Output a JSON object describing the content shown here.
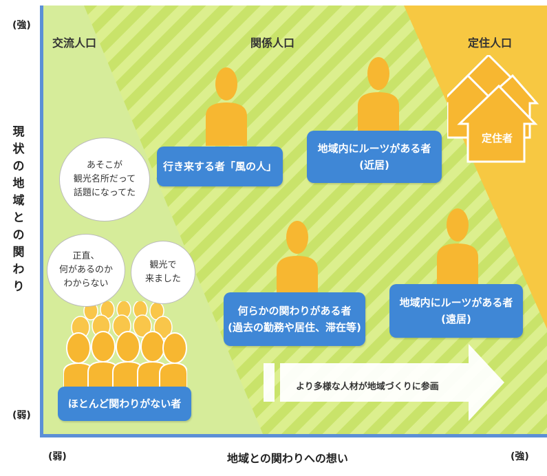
{
  "axes": {
    "y_label": "現状の地域との関わり",
    "y_top": "(強)",
    "y_bottom": "(弱)",
    "x_label": "地域との関わりへの想い",
    "x_left": "(弱)",
    "x_right": "(強)"
  },
  "zones": {
    "left": "交流人口",
    "middle": "関係人口",
    "right": "定住人口"
  },
  "colors": {
    "left_zone": "#d6ec9a",
    "middle_zone": "#c9e36a",
    "right_zone": "#f7c842",
    "person": "#f7b731",
    "box": "#3f87d6",
    "axis": "#5b8fd6"
  },
  "boxes": {
    "kaze": "行き来する者「風の人」",
    "kinkyo_line1": "地域内にルーツがある者",
    "kinkyo_line2": "(近居)",
    "kakawari_line1": "何らかの関わりがある者",
    "kakawari_line2": "(過去の勤務や居住、滞在等)",
    "enkyo_line1": "地域内にルーツがある者",
    "enkyo_line2": "(遠居)",
    "hotondo": "ほとんど関わりがない者",
    "teijusha": "定住者"
  },
  "bubbles": {
    "b1_line1": "あそこが",
    "b1_line2": "観光名所だって",
    "b1_line3": "話題になってた",
    "b2_line1": "正直、",
    "b2_line2": "何があるのか",
    "b2_line3": "わからない",
    "b3_line1": "観光で",
    "b3_line2": "来ました"
  },
  "arrow_text": "より多様な人材が地域づくりに参画",
  "icons": [
    "person-icon",
    "house-icon",
    "speech-bubble-icon",
    "right-arrow-icon"
  ]
}
